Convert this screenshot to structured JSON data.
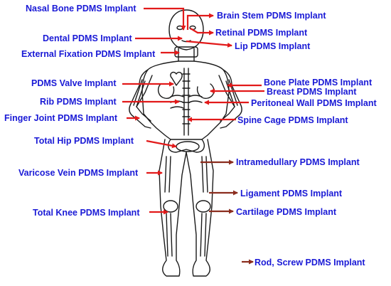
{
  "colors": {
    "label": "#1a1ad6",
    "arrow_red": "#e21a1a",
    "arrow_dark": "#8b2d1e",
    "outline": "#1a1a1a"
  },
  "labels": {
    "nasal_bone": "Nasal Bone PDMS Implant",
    "brain_stem": "Brain Stem PDMS Implant",
    "dental": "Dental PDMS Implant",
    "retinal": "Retinal PDMS Implant",
    "external_fixation": "External Fixation PDMS Implant",
    "lip": "Lip PDMS Implant",
    "pdms_valve": "PDMS Valve Implant",
    "bone_plate": "Bone Plate PDMS Implant",
    "breast": "Breast PDMS Implant",
    "rib": "Rib PDMS Implant",
    "peritoneal_wall": "Peritoneal Wall PDMS Implant",
    "finger_joint": "Finger Joint PDMS Implant",
    "spine_cage": "Spine Cage PDMS Implant",
    "total_hip": "Total Hip PDMS Implant",
    "intramedullary": "Intramedullary PDMS Implant",
    "varicose_vein": "Varicose Vein PDMS Implant",
    "ligament": "Ligament PDMS Implant",
    "cartilage": "Cartilage PDMS Implant",
    "total_knee": "Total Knee PDMS Implant",
    "rod_screw": "Rod, Screw PDMS Implant"
  }
}
